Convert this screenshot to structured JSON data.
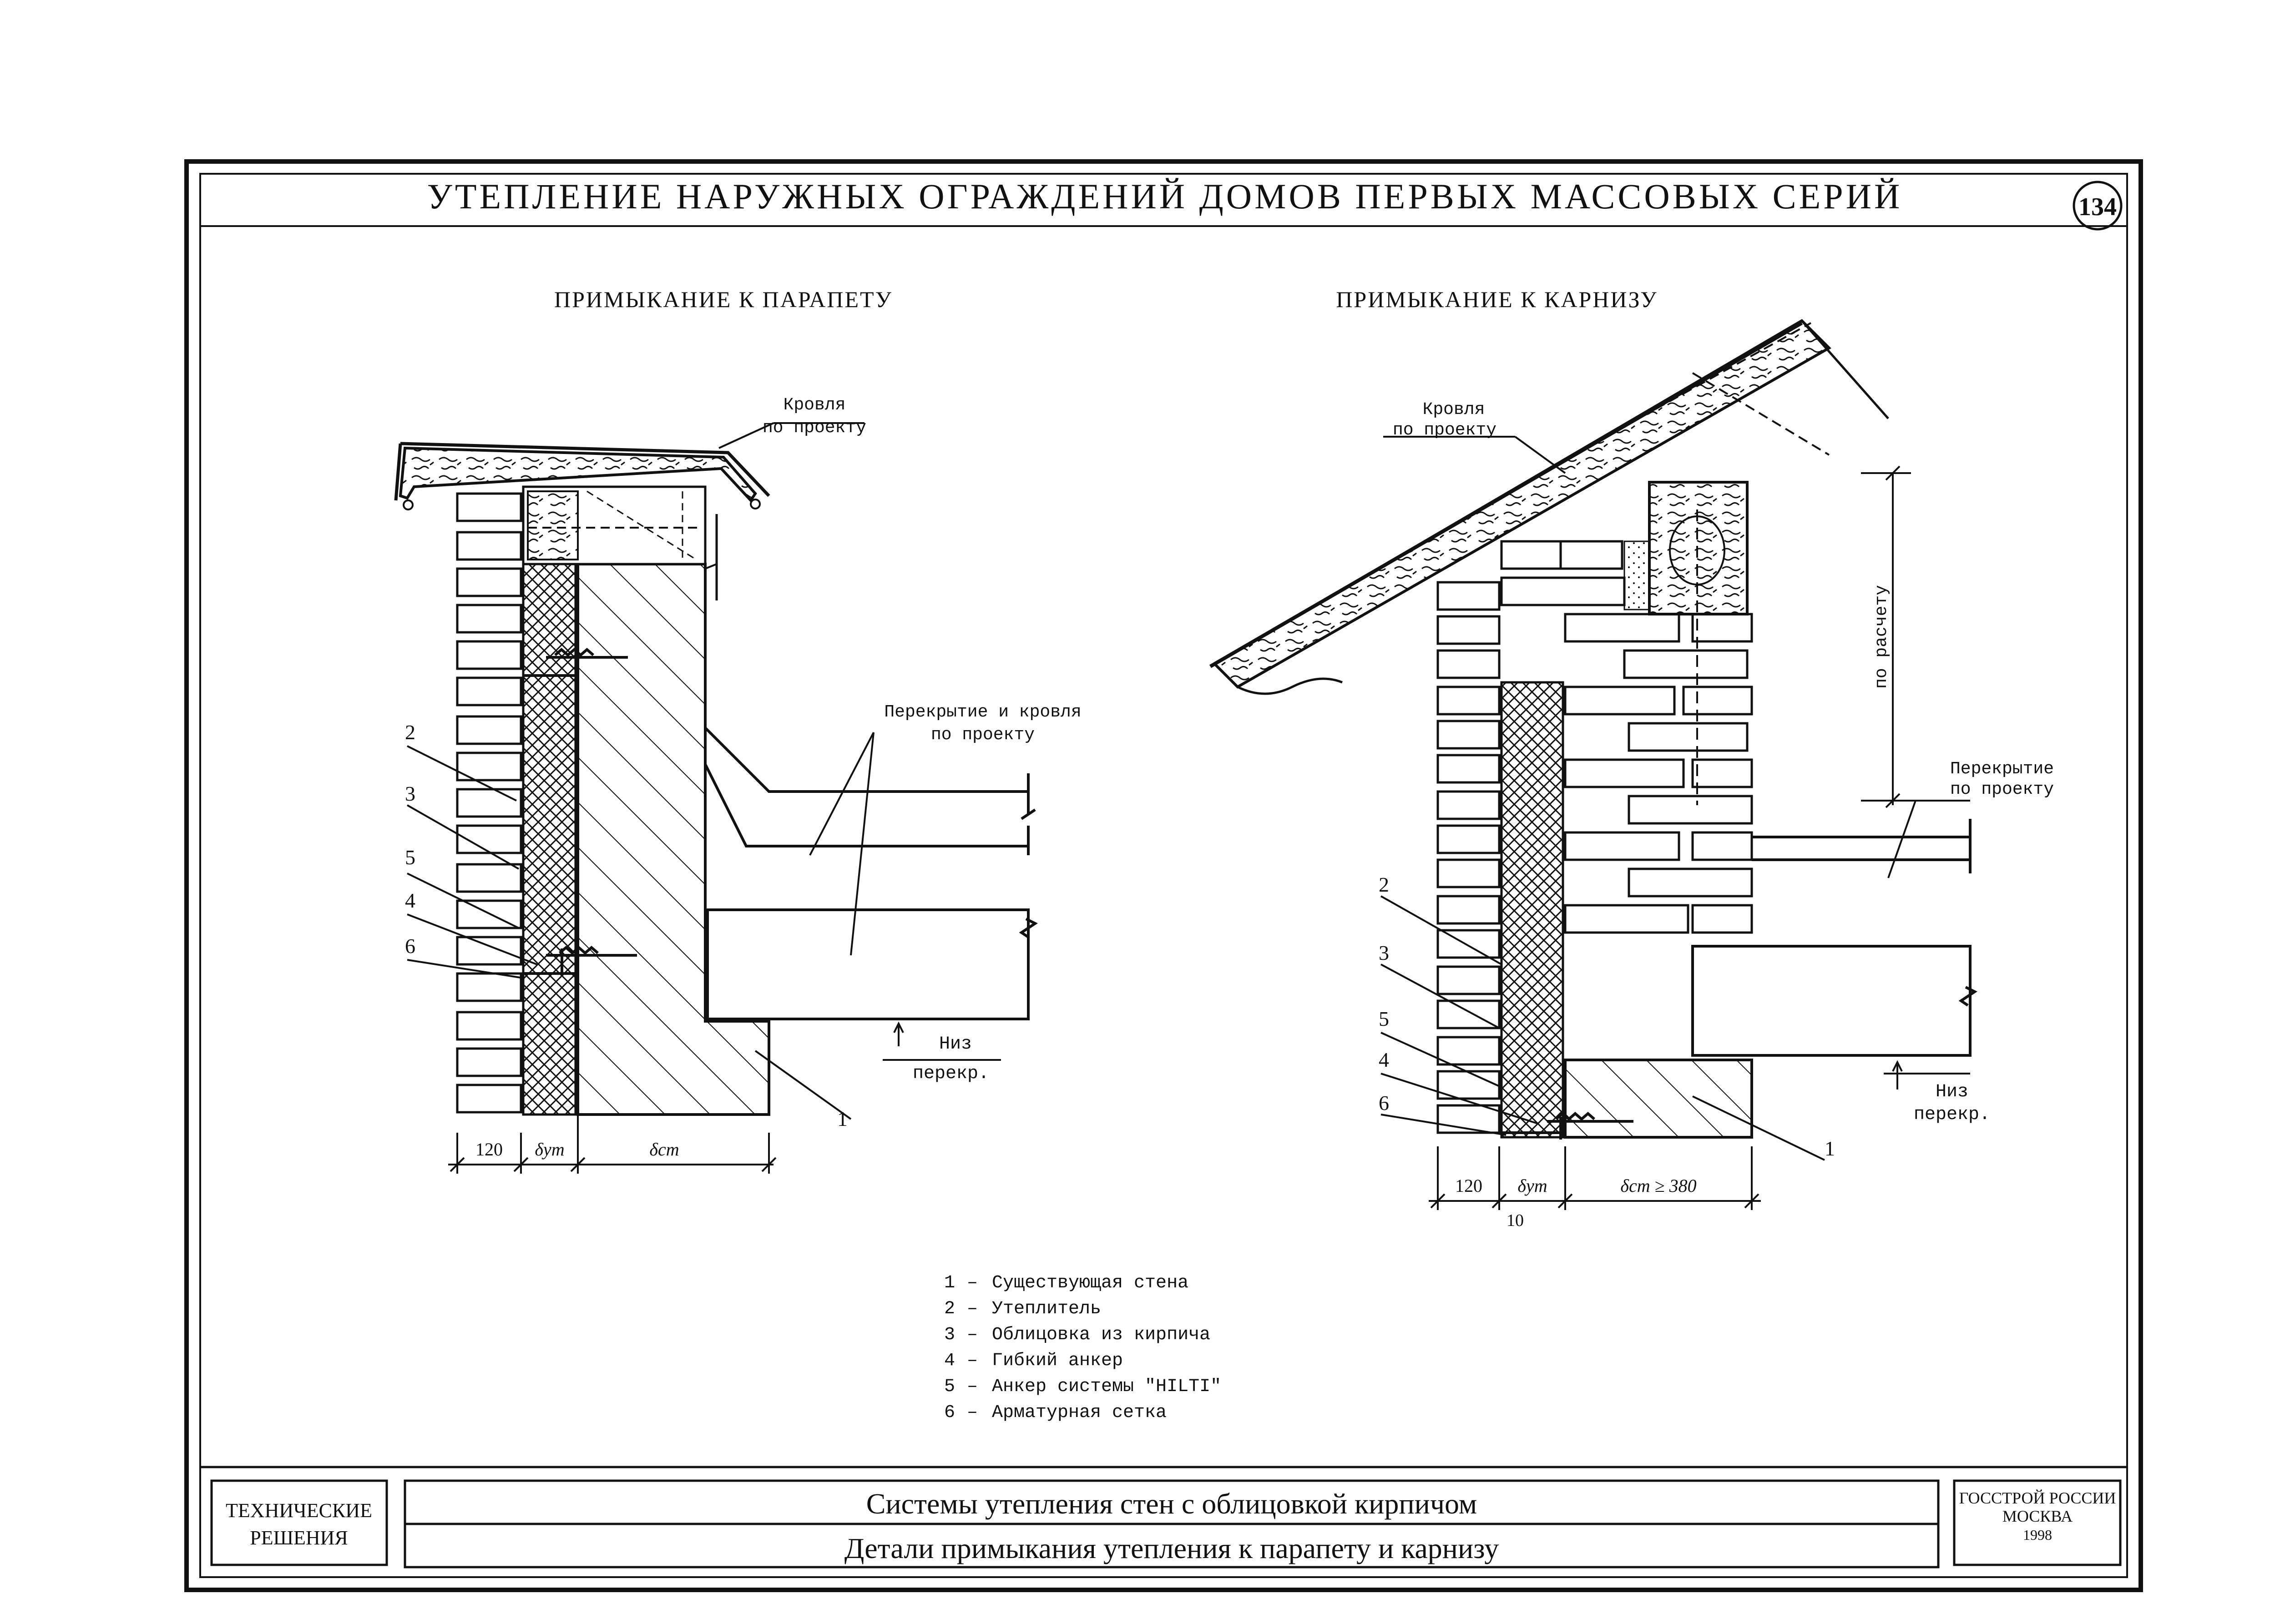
{
  "header": {
    "title": "УТЕПЛЕНИЕ НАРУЖНЫХ ОГРАЖДЕНИЙ ДОМОВ ПЕРВЫХ МАССОВЫХ СЕРИЙ",
    "sheet_number": "134"
  },
  "left_detail": {
    "title": "ПРИМЫКАНИЕ К ПАРАПЕТУ",
    "roof_label_1": "Кровля",
    "roof_label_2": "по проекту",
    "slab_label_1": "Перекрытие и кровля",
    "slab_label_2": "по проекту",
    "level_label_1": "Низ",
    "level_label_2": "перекр.",
    "dim_brick": "120",
    "dim_insul": "δут",
    "dim_wall": "δст",
    "markers": [
      "2",
      "3",
      "5",
      "4",
      "6",
      "1"
    ]
  },
  "right_detail": {
    "title": "ПРИМЫКАНИЕ К КАРНИЗУ",
    "roof_label_1": "Кровля",
    "roof_label_2": "по проекту",
    "calc_label": "по расчету",
    "slab_label_1": "Перекрытие",
    "slab_label_2": "по проекту",
    "level_label_1": "Низ",
    "level_label_2": "перекр.",
    "dim_brick": "120",
    "dim_insul": "δут",
    "dim_wall": "δст ≥ 380",
    "dim_gap": "10",
    "markers": [
      "2",
      "3",
      "5",
      "4",
      "6",
      "1"
    ]
  },
  "legend": [
    {
      "num": "1",
      "dash": "–",
      "text": "Существующая стена"
    },
    {
      "num": "2",
      "dash": "–",
      "text": "Утеплитель"
    },
    {
      "num": "3",
      "dash": "–",
      "text": "Облицовка из кирпича"
    },
    {
      "num": "4",
      "dash": "–",
      "text": "Гибкий анкер"
    },
    {
      "num": "5",
      "dash": "–",
      "text": "Анкер системы \"HILTI\""
    },
    {
      "num": "6",
      "dash": "–",
      "text": "Арматурная сетка"
    }
  ],
  "title_block": {
    "category_1": "ТЕХНИЧЕСКИЕ",
    "category_2": "РЕШЕНИЯ",
    "name_1": "Системы утепления стен с облицовкой кирпичом",
    "name_2": "Детали примыкания утепления к парапету и карнизу",
    "org_1": "ГОССТРОЙ РОССИИ",
    "org_2": "МОСКВА",
    "year": "1998"
  }
}
